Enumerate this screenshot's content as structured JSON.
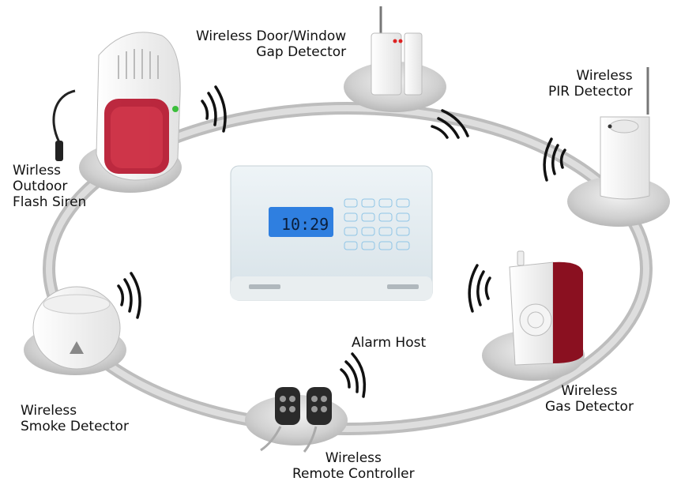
{
  "devices": {
    "door_window": {
      "line1": "Wireless Door/Window",
      "line2": "Gap Detector"
    },
    "pir": {
      "line1": "Wireless",
      "line2": "PIR Detector"
    },
    "siren": {
      "line1": "Wirless",
      "line2": "Outdoor",
      "line3": "Flash Siren"
    },
    "host": {
      "label": "Alarm Host",
      "clock": "10:29"
    },
    "smoke": {
      "line1": "Wireless",
      "line2": "Smoke Detector"
    },
    "gas": {
      "line1": "Wireless",
      "line2": "Gas Detector"
    },
    "remote": {
      "line1": "Wireless",
      "line2": "Remote Controller"
    }
  },
  "colors": {
    "ring": "#c9c9c9",
    "pedestal": "#d2d2d2",
    "siren_red": "#b5122a",
    "lcd_blue": "#2f7fe0",
    "gas_red": "#8a1020"
  },
  "icons": [
    "wireless-signal-icon",
    "antenna-icon",
    "keypad-icon"
  ]
}
